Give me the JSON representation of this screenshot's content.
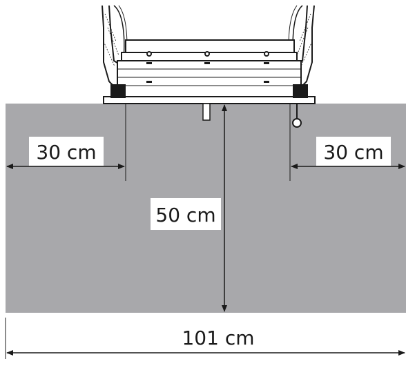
{
  "diagram": {
    "labels": {
      "left_offset": "30 cm",
      "right_offset": "30 cm",
      "depth": "50 cm",
      "total_width": "101 cm"
    },
    "colors": {
      "floor_area": "#a8a8ab",
      "line": "#1a1a1a",
      "label_background": "#ffffff"
    }
  }
}
